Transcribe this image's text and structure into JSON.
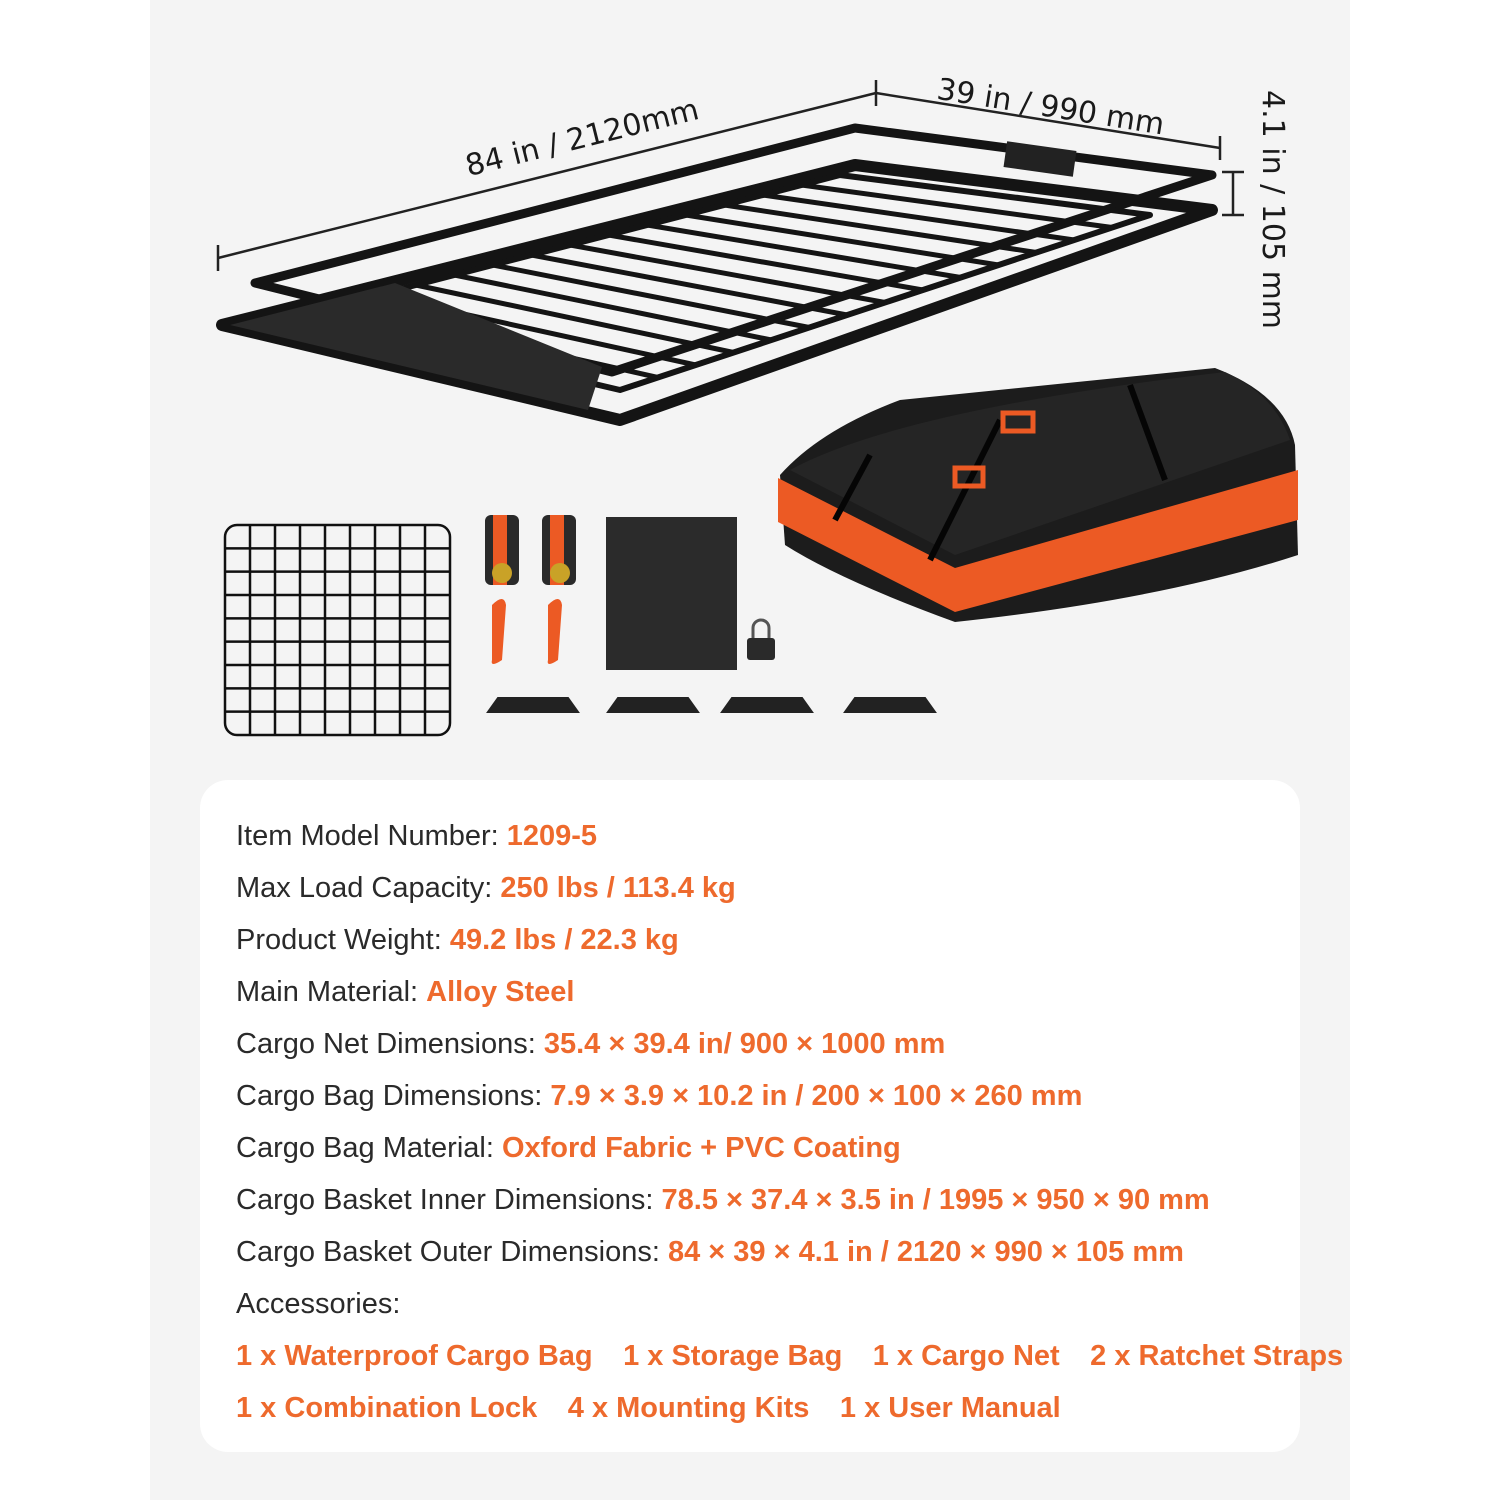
{
  "dimensions": {
    "length": "84 in / 2120mm",
    "width": "39 in / 990 mm",
    "height": "4.1 in / 105 mm"
  },
  "colors": {
    "accent": "#ee6a2d",
    "text": "#2a2a2a",
    "background": "#f4f4f4"
  },
  "specs": [
    {
      "label": "Item Model Number: ",
      "value": "1209-5"
    },
    {
      "label": "Max Load Capacity: ",
      "value": "250 lbs / 113.4 kg"
    },
    {
      "label": "Product Weight: ",
      "value": "49.2 lbs / 22.3 kg"
    },
    {
      "label": "Main Material: ",
      "value": "Alloy Steel"
    },
    {
      "label": "Cargo Net Dimensions: ",
      "value": "35.4 × 39.4 in/ 900 × 1000 mm"
    },
    {
      "label": "Cargo Bag Dimensions: ",
      "value": "7.9 × 3.9 × 10.2 in / 200 × 100 × 260 mm"
    },
    {
      "label": "Cargo Bag Material: ",
      "value": "Oxford Fabric + PVC Coating"
    },
    {
      "label": "Cargo Basket Inner Dimensions: ",
      "value": "78.5 × 37.4 × 3.5 in / 1995 × 950 × 90 mm"
    },
    {
      "label": "Cargo Basket Outer Dimensions: ",
      "value": "84 × 39 × 4.1 in / 2120 × 990 × 105 mm"
    }
  ],
  "accessories_heading": "Accessories:",
  "accessories": [
    [
      "1 x Waterproof Cargo Bag",
      "1 x Storage Bag",
      "1 x Cargo Net",
      "2 x Ratchet Straps"
    ],
    [
      "1 x Combination Lock",
      "4 x Mounting Kits",
      "1 x User Manual"
    ]
  ]
}
